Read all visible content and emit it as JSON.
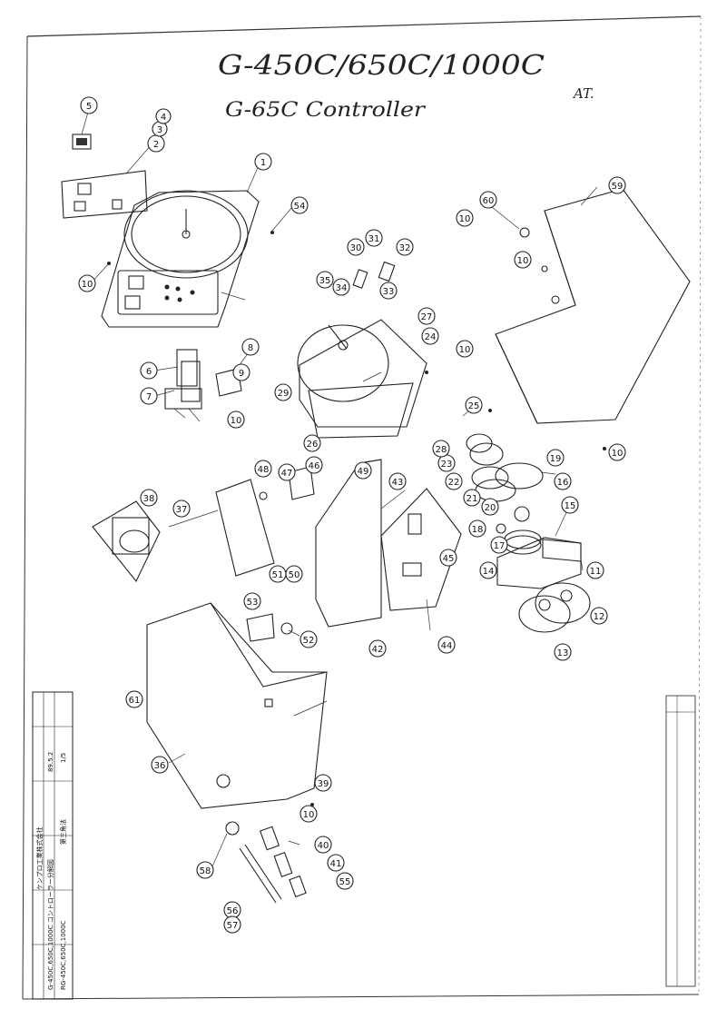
{
  "header": {
    "model_title": "G-450C/650C/1000C",
    "subtitle": "G-65C Controller",
    "initials": "AT."
  },
  "callouts": [
    "1",
    "2",
    "3",
    "4",
    "5",
    "6",
    "7",
    "8",
    "9",
    "10",
    "10",
    "10",
    "10",
    "10",
    "10",
    "10",
    "10",
    "11",
    "12",
    "13",
    "14",
    "15",
    "16",
    "17",
    "18",
    "19",
    "20",
    "21",
    "22",
    "23",
    "24",
    "25",
    "26",
    "27",
    "28",
    "29",
    "30",
    "31",
    "32",
    "33",
    "34",
    "35",
    "36",
    "37",
    "38",
    "39",
    "40",
    "41",
    "42",
    "43",
    "44",
    "45",
    "46",
    "47",
    "48",
    "49",
    "50",
    "51",
    "52",
    "53",
    "54",
    "55",
    "56",
    "57",
    "58",
    "59",
    "60",
    "61"
  ],
  "title_block": {
    "drawing_name": "G-450C,650C,1000C\nコントローラー分解図",
    "model": "RG-450C,650C,1000C",
    "projection": "第三角法",
    "scale": "1/5",
    "company": "ケンプロ工業株式会社",
    "date": "89.5.2"
  }
}
